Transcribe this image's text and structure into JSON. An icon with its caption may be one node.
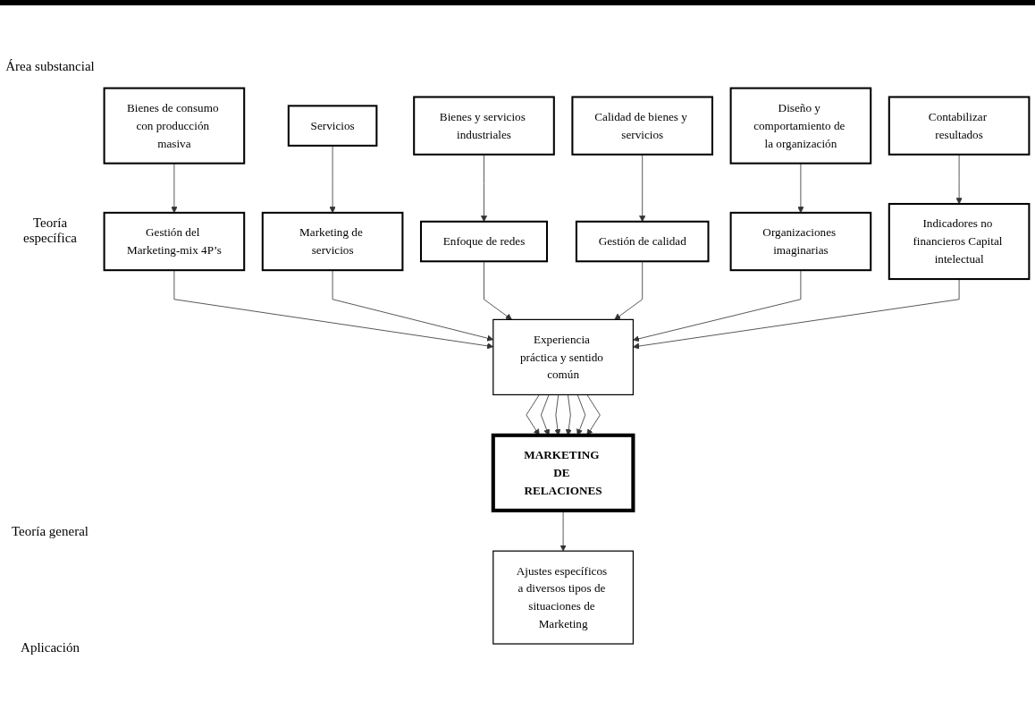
{
  "diagram": {
    "nodes": [
      {
        "text": [
          "Bienes de consumo con producción masiva"
        ]
      },
      {
        "text": [
          "Servicios"
        ]
      },
      {
        "text": [
          "Bienes y servicios industriales"
        ]
      },
      {
        "text": [
          "Calidad de bienes y servicios"
        ]
      },
      {
        "text": [
          "Diseño y comportamiento de la organización"
        ]
      },
      {
        "text": [
          "Contabilizar resultados"
        ]
      },
      {
        "text": [
          "Gestión del Marketing-mix 4P’s"
        ]
      },
      {
        "text": [
          "Marketing de servicios"
        ]
      },
      {
        "text": [
          "Enfoque de redes"
        ]
      },
      {
        "text": [
          "Gestión de calidad"
        ]
      },
      {
        "text": [
          "Organizaciones imaginarias"
        ]
      },
      {
        "text": [
          "Indicadores no financieros Capital intelectual"
        ]
      },
      {
        "text": [
          "Experiencia práctica y sentido común"
        ]
      },
      {
        "text": [
          "MARKETING DE RELACIONES"
        ]
      },
      {
        "text": [
          "Ajustes específicos a diversos tipos de situaciones de Marketing"
        ]
      }
    ],
    "edges": [
      {
        "from": 0,
        "to": 6,
        "arrow": "to"
      },
      {
        "from": 1,
        "to": 7,
        "arrow": "to"
      },
      {
        "from": 2,
        "to": 8,
        "arrow": "to"
      },
      {
        "from": 3,
        "to": 9,
        "arrow": "to"
      },
      {
        "from": 4,
        "to": 10,
        "arrow": "to"
      },
      {
        "from": 5,
        "to": 11,
        "arrow": "to"
      },
      {
        "from": 6,
        "to": 12,
        "arrow": "to"
      },
      {
        "from": 7,
        "to": 12,
        "arrow": "to"
      },
      {
        "from": 8,
        "to": 12,
        "arrow": "to"
      },
      {
        "from": 9,
        "to": 12,
        "arrow": "to"
      },
      {
        "from": 10,
        "to": 12,
        "arrow": "to"
      },
      {
        "from": 11,
        "to": 12,
        "arrow": "to"
      },
      {
        "from": 12,
        "to": 13,
        "arrow": "to"
      },
      {
        "from": 12,
        "to": 13,
        "arrow": "to"
      },
      {
        "from": 12,
        "to": 13,
        "arrow": "to"
      },
      {
        "from": 12,
        "to": 13,
        "arrow": "to"
      },
      {
        "from": 12,
        "to": 13,
        "arrow": "to"
      },
      {
        "from": 12,
        "to": 13,
        "arrow": "to"
      },
      {
        "from": 13,
        "to": 14,
        "arrow": "to"
      }
    ],
    "labels": [
      "Área substancial",
      "Teoría específica",
      "Teoría general",
      "Aplicación"
    ]
  }
}
